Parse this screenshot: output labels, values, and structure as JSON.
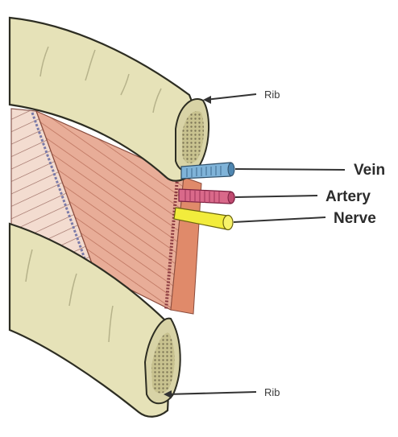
{
  "labels": {
    "rib_top": "Rib",
    "vein": "Vein",
    "artery": "Artery",
    "nerve": "Nerve",
    "rib_bottom": "Rib"
  },
  "colors": {
    "bone": "#e6e2b8",
    "bone_shadow": "#c9c596",
    "marrow": "#a9a27a",
    "muscle": "#e8b09c",
    "muscle_line": "#b9705a",
    "muscle_light": "#f4ddd0",
    "vein": "#7fb3d8",
    "artery": "#d9698a",
    "nerve": "#f2ec3c",
    "leader": "#333333"
  }
}
